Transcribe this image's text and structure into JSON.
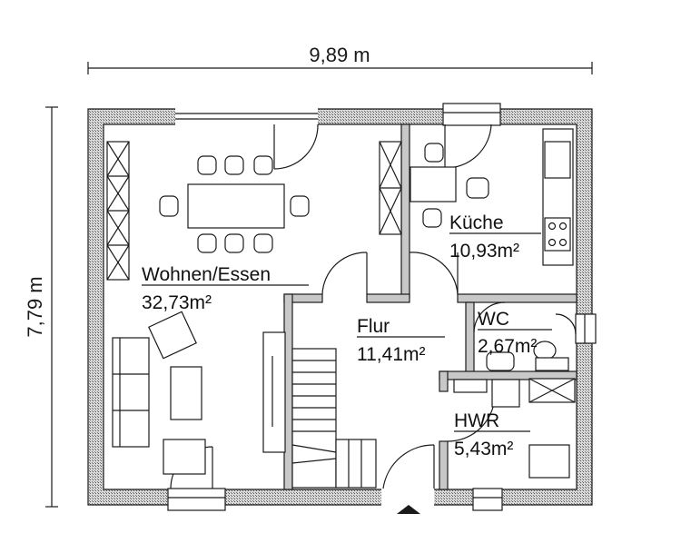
{
  "plan": {
    "width_label": "9,89 m",
    "height_label": "7,79 m"
  },
  "rooms": [
    {
      "id": "wohnen",
      "name": "Wohnen/Essen",
      "area": "32,73m²"
    },
    {
      "id": "kueche",
      "name": "Küche",
      "area": "10,93m²"
    },
    {
      "id": "flur",
      "name": "Flur",
      "area": "11,41m²"
    },
    {
      "id": "wc",
      "name": "WC",
      "area": "2,67m²"
    },
    {
      "id": "hwr",
      "name": "HWR",
      "area": "5,43m²"
    }
  ],
  "colors": {
    "wall_fill": "#c8c8c8",
    "wall_outline": "#1a1a1a",
    "background": "#ffffff"
  }
}
